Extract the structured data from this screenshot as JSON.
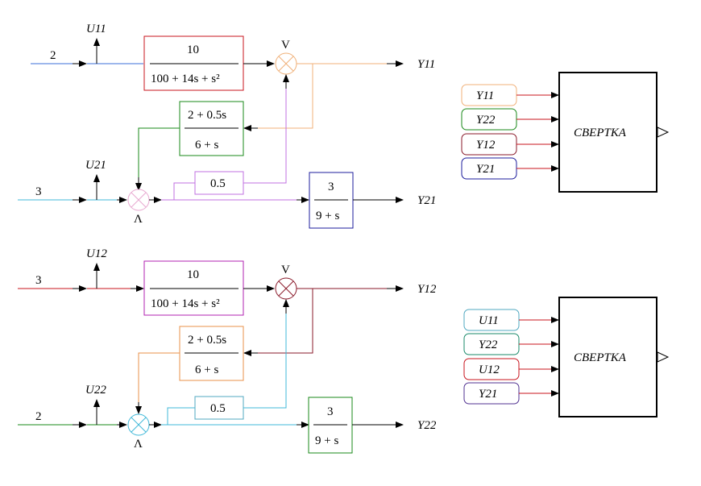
{
  "system1": {
    "input_value": "2",
    "u_label": "U11",
    "tf_num": "10",
    "tf_den": "100 + 14s + s²",
    "fb_num": "2 + 0.5s",
    "fb_den": "6 + s",
    "gain": "0.5",
    "out_tf_num": "3",
    "out_tf_den": "9 + s",
    "y1_label": "Y11",
    "input2_value": "3",
    "u2_label": "U21",
    "y2_label": "Y21",
    "sum_top_sign": "V",
    "sum_bottom_sign": "Λ"
  },
  "system2": {
    "input_value": "3",
    "u_label": "U12",
    "tf_num": "10",
    "tf_den": "100 + 14s + s²",
    "fb_num": "2 + 0.5s",
    "fb_den": "6 + s",
    "gain": "0.5",
    "out_tf_num": "3",
    "out_tf_den": "9 + s",
    "y1_label": "Y12",
    "input2_value": "2",
    "u2_label": "U22",
    "y2_label": "Y22",
    "sum_top_sign": "V",
    "sum_bottom_sign": "Λ"
  },
  "mux1": {
    "title": "СВЕРТКА",
    "inputs": [
      "Y11",
      "Y22",
      "Y12",
      "Y21"
    ]
  },
  "mux2": {
    "title": "СВЕРТКА",
    "inputs": [
      "U11",
      "Y22",
      "U12",
      "Y21"
    ]
  },
  "colors": {
    "blue": "#3b6fd8",
    "red": "#c8141e",
    "orange": "#f0b078",
    "green": "#1a8a1a",
    "violet": "#c070e0",
    "pink": "#e8a8d0",
    "cyan": "#40b8d8",
    "navy": "#1c1c9c",
    "magenta": "#b020b0",
    "brown": "#8a1a2a",
    "orange2": "#e89048",
    "teal": "#50a8c0",
    "purple": "#503090"
  }
}
